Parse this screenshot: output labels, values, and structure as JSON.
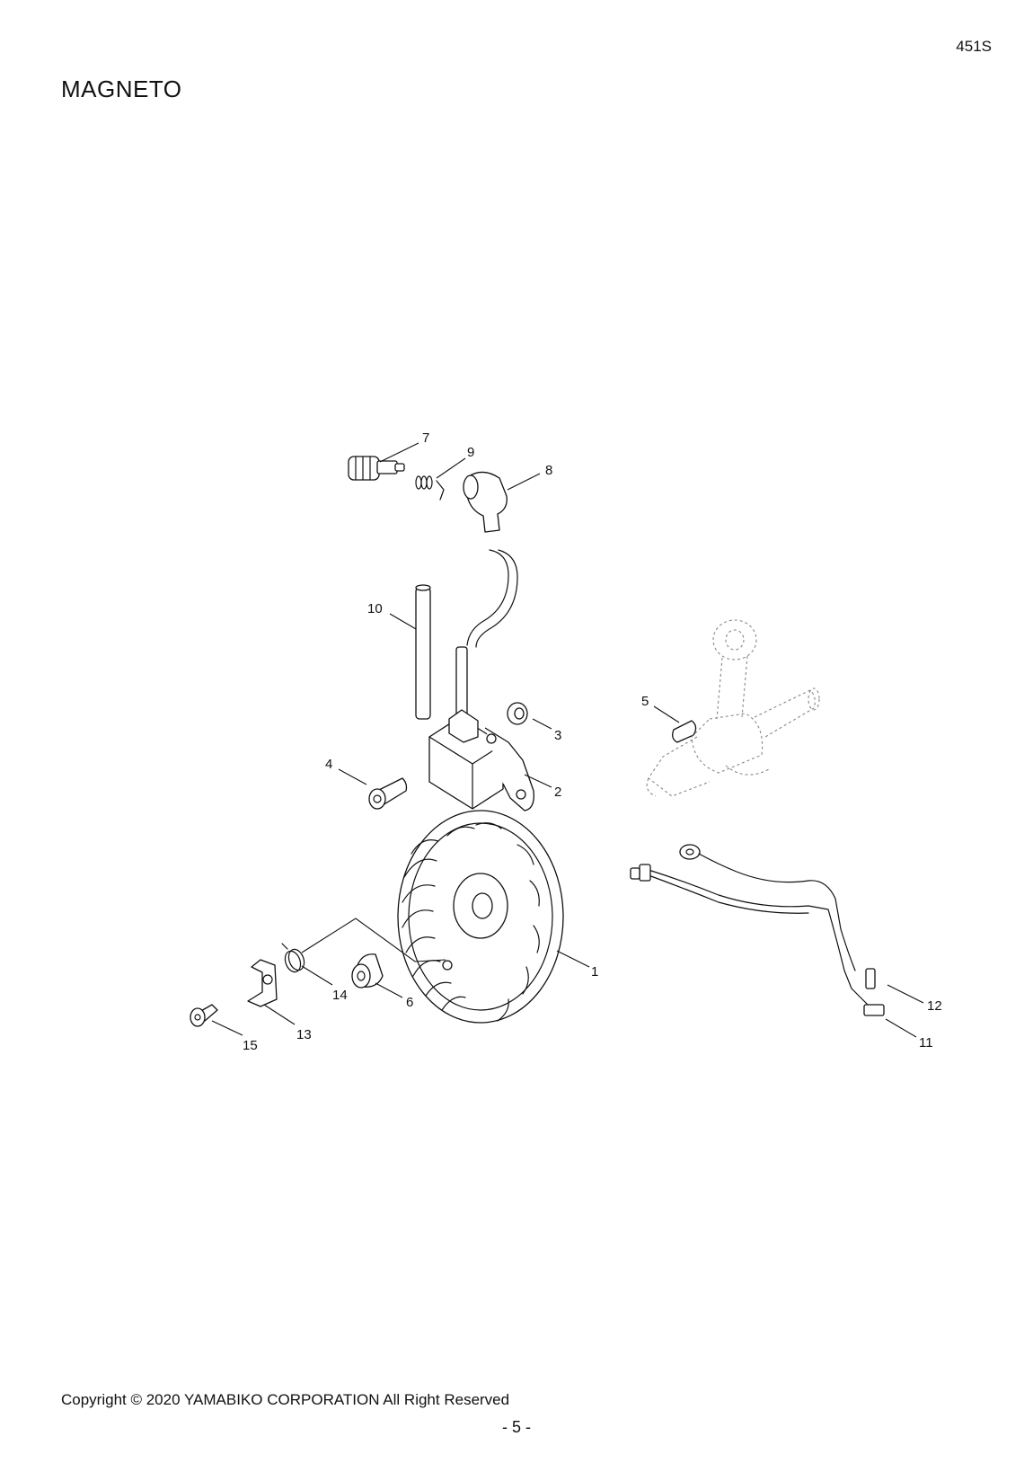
{
  "header": {
    "model": "451S",
    "title": "MAGNETO"
  },
  "diagram": {
    "callouts": [
      "1",
      "2",
      "3",
      "4",
      "5",
      "6",
      "7",
      "8",
      "9",
      "10",
      "11",
      "12",
      "13",
      "14",
      "15"
    ]
  },
  "footer": {
    "copyright": "Copyright © 2020 YAMABIKO CORPORATION All Right Reserved",
    "page": "- 5 -"
  }
}
